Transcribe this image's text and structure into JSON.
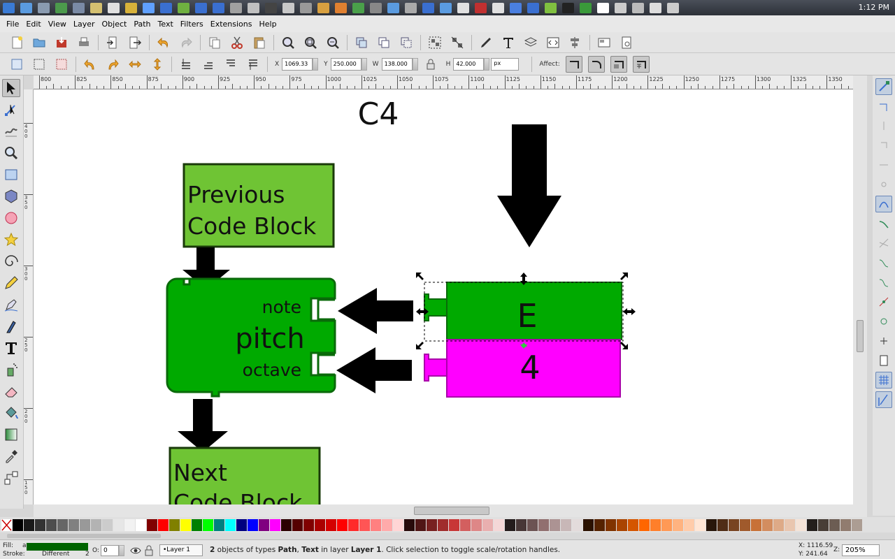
{
  "taskbar": {
    "icon_colors": [
      "#3a7bd5",
      "#5a9be0",
      "#8a9bb0",
      "#4c9a4c",
      "#7a8aa5",
      "#d4c070",
      "#e0e0e0",
      "#d8b23a",
      "#5fa0ff",
      "#3a6fd0",
      "#6fb040",
      "#3a6fd0",
      "#3a6fd0",
      "#a0a0a0",
      "#c0c0c0",
      "#444",
      "#c8c8c8",
      "#999",
      "#d8a040",
      "#e08030",
      "#4aa04a",
      "#888",
      "#5a9be0",
      "#aaa",
      "#3a6fd0",
      "#5a9be0",
      "#e0e0e0",
      "#c03030",
      "#e0e0e0",
      "#4a7fe0",
      "#3a6fd0",
      "#80c040",
      "#222",
      "#3a9a3a",
      "#fff",
      "#ccc",
      "#bbb",
      "#ddd",
      "#ccc"
    ],
    "clock": "1:12 PM"
  },
  "menu": [
    "File",
    "Edit",
    "View",
    "Layer",
    "Object",
    "Path",
    "Text",
    "Filters",
    "Extensions",
    "Help"
  ],
  "controls": {
    "x_label": "X",
    "x_value": "1069.33",
    "y_label": "Y",
    "y_value": "250.000",
    "w_label": "W",
    "w_value": "138.000",
    "h_label": "H",
    "h_value": "42.000",
    "unit": "px",
    "affect_label": "Affect:"
  },
  "ruler_labels": [
    "800",
    "825",
    "850",
    "875",
    "900",
    "925",
    "950",
    "975",
    "1000",
    "1025",
    "1050",
    "1075",
    "1100",
    "1125",
    "1150",
    "1175",
    "1200",
    "1225",
    "1250",
    "1275",
    "1300",
    "1325",
    "1350"
  ],
  "vruler_labels": [
    "400",
    "350",
    "300",
    "250",
    "200",
    "150"
  ],
  "canvas": {
    "title": "C4",
    "prev_block_line1": "Previous",
    "prev_block_line2": "Code Block",
    "next_block_line1": "Next",
    "next_block_line2": "Code Block",
    "note_label": "note",
    "pitch_label": "pitch",
    "octave_label": "octave",
    "note_value": "E",
    "octave_value": "4"
  },
  "palette": [
    "#000000",
    "#1a1a1a",
    "#333333",
    "#4d4d4d",
    "#666666",
    "#808080",
    "#999999",
    "#b3b3b3",
    "#cccccc",
    "#e6e6e6",
    "#f2f2f2",
    "#ffffff",
    "#800000",
    "#ff0000",
    "#808000",
    "#ffff00",
    "#008000",
    "#00ff00",
    "#008080",
    "#00ffff",
    "#000080",
    "#0000ff",
    "#800080",
    "#ff00ff",
    "#2b0000",
    "#550000",
    "#800000",
    "#aa0000",
    "#d40000",
    "#ff0000",
    "#ff2a2a",
    "#ff5555",
    "#ff8080",
    "#ffaaaa",
    "#ffd5d5",
    "#280b0b",
    "#501616",
    "#782121",
    "#a02c2c",
    "#c83737",
    "#d35f5f",
    "#de8787",
    "#e9afaf",
    "#f4d7d7",
    "#241c1c",
    "#483737",
    "#6c5353",
    "#916f6f",
    "#ac9393",
    "#c8b7b7",
    "#e3dbdb",
    "#2b1100",
    "#552200",
    "#803300",
    "#aa4400",
    "#d45500",
    "#ff6600",
    "#ff7f2a",
    "#ff9955",
    "#ffb380",
    "#ffccaa",
    "#ffe6d5",
    "#28170b",
    "#502d16",
    "#784421",
    "#a05a2c",
    "#c87137",
    "#d38d5f",
    "#deaa87",
    "#e9c6af",
    "#f4e3d7",
    "#241f1c",
    "#483e37",
    "#6c5d53",
    "#917c6f",
    "#ac9d93"
  ],
  "status": {
    "fill_label": "Fill:",
    "fill_indicator": "a",
    "stroke_label": "Stroke:",
    "stroke_value": "Different",
    "stroke_count": "2",
    "opacity_label": "O:",
    "opacity_value": "0",
    "layer": "•Layer 1",
    "message_count": "2",
    "message_a": " objects of types ",
    "message_path": "Path",
    "message_sep": ", ",
    "message_text": "Text",
    "message_b": " in layer ",
    "message_layer": "Layer 1",
    "message_c": ". Click selection to toggle scale/rotation handles.",
    "cursor_x": "X: 1116.59",
    "cursor_y": "Y:  241.64",
    "zoom_label": "Z:",
    "zoom": "205%"
  },
  "colors": {
    "block_light_green": "#6fc434",
    "block_green": "#00aa00",
    "block_magenta": "#ff00ff",
    "fill_swatch": "#006400"
  }
}
